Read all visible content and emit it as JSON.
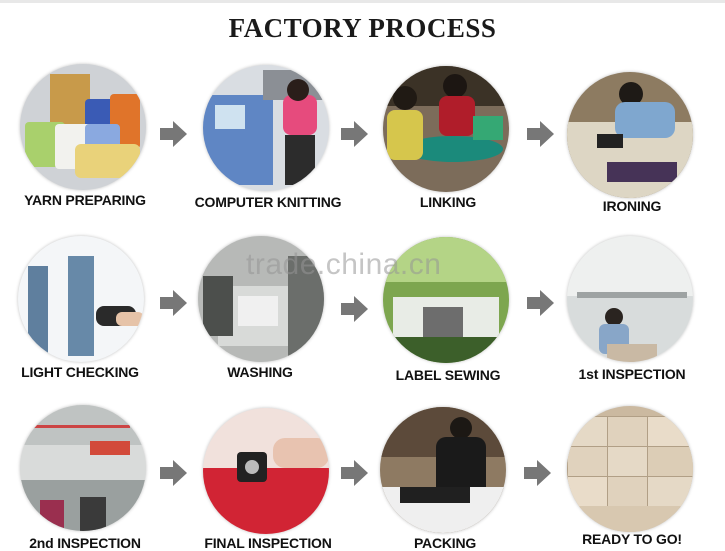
{
  "title": "FACTORY PROCESS",
  "watermark": "trade.china.cn",
  "steps": [
    {
      "label": "YARN PREPARING"
    },
    {
      "label": "COMPUTER KNITTING"
    },
    {
      "label": "LINKING"
    },
    {
      "label": "IRONING"
    },
    {
      "label": "LIGHT CHECKING"
    },
    {
      "label": "WASHING"
    },
    {
      "label": "LABEL SEWING"
    },
    {
      "label": "1st INSPECTION"
    },
    {
      "label": "2nd INSPECTION"
    },
    {
      "label": "FINAL INSPECTION"
    },
    {
      "label": "PACKING"
    },
    {
      "label": "READY TO GO!"
    }
  ],
  "colors": {
    "arrow": "#777777",
    "title": "#1a1a1a"
  }
}
